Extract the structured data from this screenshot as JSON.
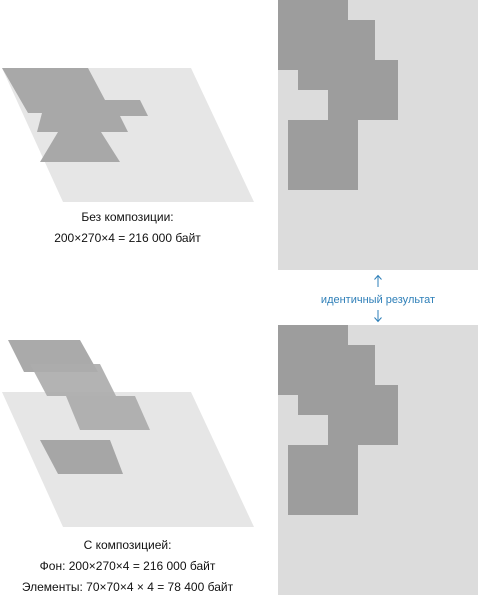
{
  "colors": {
    "background_plane": "#e6e6e6",
    "element_dark": "#a5a5a5",
    "element_light": "#b1b1b1",
    "panel_bg": "#dcdcdc",
    "block_fill": "#9d9d9d",
    "accent_blue": "#2e7fb8"
  },
  "top": {
    "caption_line1": "Без композиции:",
    "caption_line2": "200×270×4 = 216 000 байт"
  },
  "bottom": {
    "caption_line1": "С композицией:",
    "caption_line2": "Фон: 200×270×4 = 216 000 байт",
    "caption_line3": "Элементы: 70×70×4 × 4 = 78 400 байт"
  },
  "middle": {
    "label": "идентичный результат",
    "icon": "double-headed-vertical-arrow"
  }
}
